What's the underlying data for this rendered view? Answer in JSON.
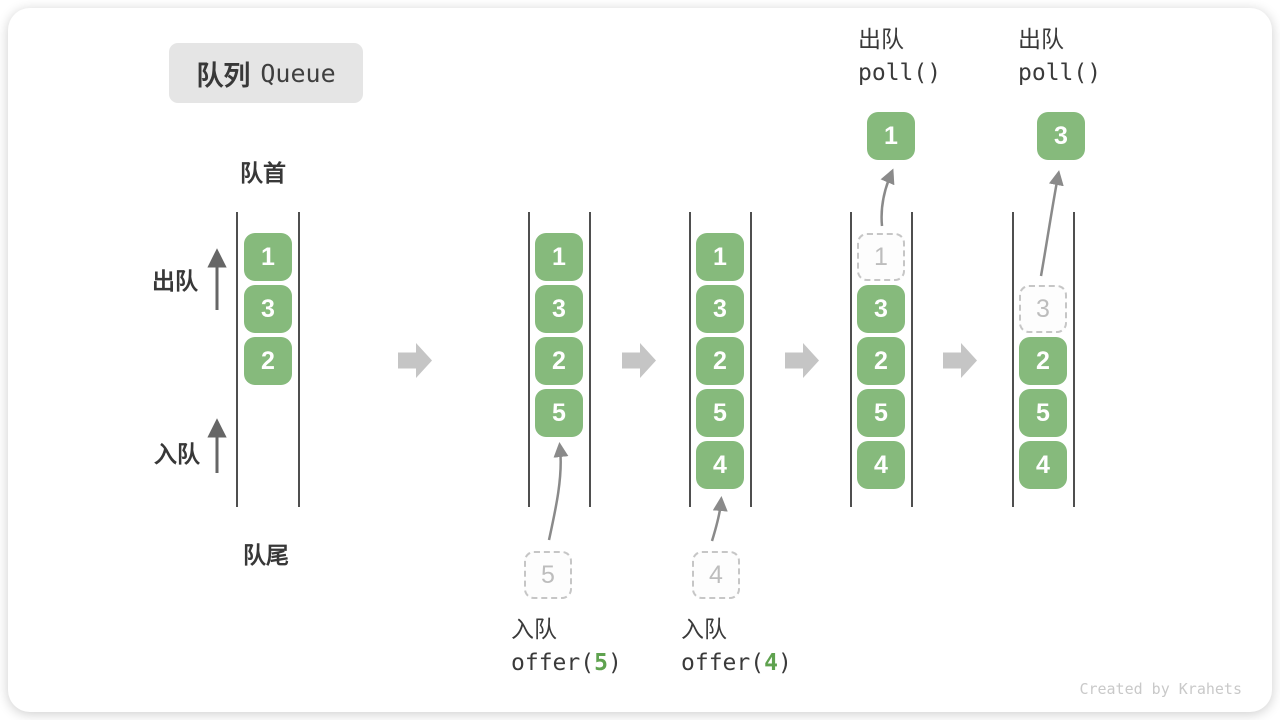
{
  "title": {
    "zh": "队列",
    "en": "Queue"
  },
  "labels": {
    "front": "队首",
    "rear": "队尾",
    "dequeue_side": "出队",
    "enqueue_side": "入队"
  },
  "poll_ops": [
    {
      "action": "出队",
      "code": "poll()",
      "value": "1"
    },
    {
      "action": "出队",
      "code": "poll()",
      "value": "3"
    }
  ],
  "offer_ops": [
    {
      "action": "入队",
      "code_open": "offer(",
      "arg": "5",
      "code_close": ")"
    },
    {
      "action": "入队",
      "code_open": "offer(",
      "arg": "4",
      "code_close": ")"
    }
  ],
  "queues": [
    {
      "cells": [
        "1",
        "3",
        "2"
      ]
    },
    {
      "cells": [
        "1",
        "3",
        "2",
        "5"
      ],
      "incoming": "5"
    },
    {
      "cells": [
        "1",
        "3",
        "2",
        "5",
        "4"
      ],
      "incoming": "4"
    },
    {
      "ghost": "1",
      "cells": [
        "3",
        "2",
        "5",
        "4"
      ]
    },
    {
      "ghost": "3",
      "cells": [
        "2",
        "5",
        "4"
      ]
    }
  ],
  "watermark": "Created by Krahets",
  "colors": {
    "box_green": "#86ba7c",
    "code_arg_green": "#5fa24f",
    "block_arrow_gray": "#c5c5c5",
    "curve_arrow_gray": "#8a8a8a",
    "line_dark": "#4f4f4f",
    "title_box_bg": "#e5e5e5"
  }
}
